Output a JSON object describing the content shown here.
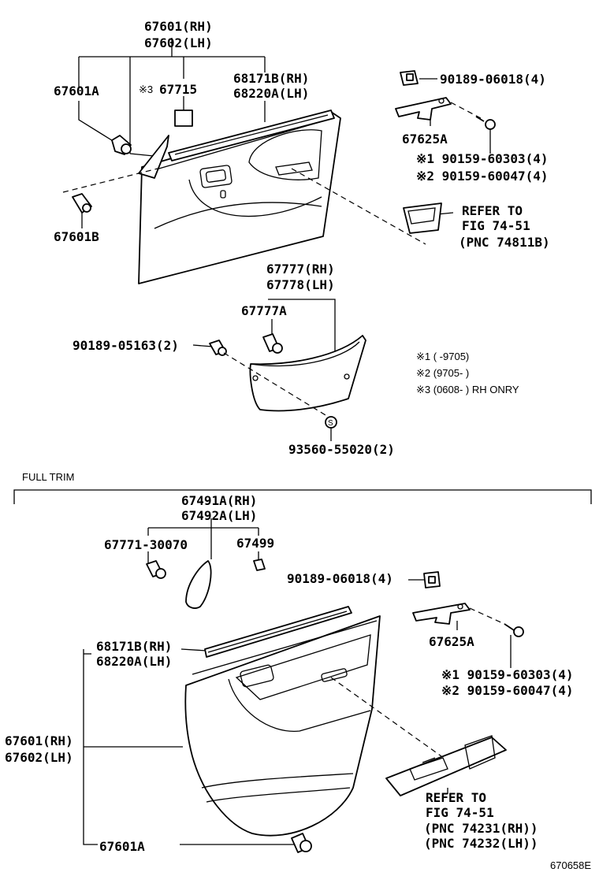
{
  "upper": {
    "trim_board_rh": "67601(RH)",
    "trim_board_lh": "67602(LH)",
    "clip_a": "67601A",
    "note3_mark": "※3",
    "pad": "67715",
    "weatherstrip_rh": "68171B(RH)",
    "weatherstrip_lh": "68220A(LH)",
    "clip_b": "67601B",
    "bracket_nut": "90189-06018(4)",
    "bracket": "67625A",
    "screw_1": "※1 90159-60303(4)",
    "screw_2": "※2 90159-60047(4)",
    "refer_1": "REFER TO",
    "refer_2": "FIG 74-51",
    "refer_3": "(PNC 74811B)",
    "pocket_rh": "67777(RH)",
    "pocket_lh": "67778(LH)",
    "pocket_clip": "67777A",
    "pocket_nut": "90189-05163(2)",
    "pocket_screw": "93560-55020(2)",
    "note_1": "※1 (      -9705)",
    "note_2": "※2 (9705-      )",
    "note_3": "※3 (0608-      ) RH ONRY"
  },
  "lower": {
    "section_title": "FULL TRIM",
    "armrest_rh": "67491A(RH)",
    "armrest_lh": "67492A(LH)",
    "clip": "67771-30070",
    "nut": "67499",
    "bracket_nut": "90189-06018(4)",
    "bracket": "67625A",
    "weatherstrip_rh": "68171B(RH)",
    "weatherstrip_lh": "68220A(LH)",
    "screw_1": "※1 90159-60303(4)",
    "screw_2": "※2 90159-60047(4)",
    "trim_board_rh": "67601(RH)",
    "trim_board_lh": "67602(LH)",
    "refer_1": "REFER TO",
    "refer_2": "FIG 74-51",
    "refer_3": "(PNC 74231(RH))",
    "refer_4": "(PNC 74232(LH))",
    "clip_a": "67601A"
  },
  "figure_code": "670658E"
}
